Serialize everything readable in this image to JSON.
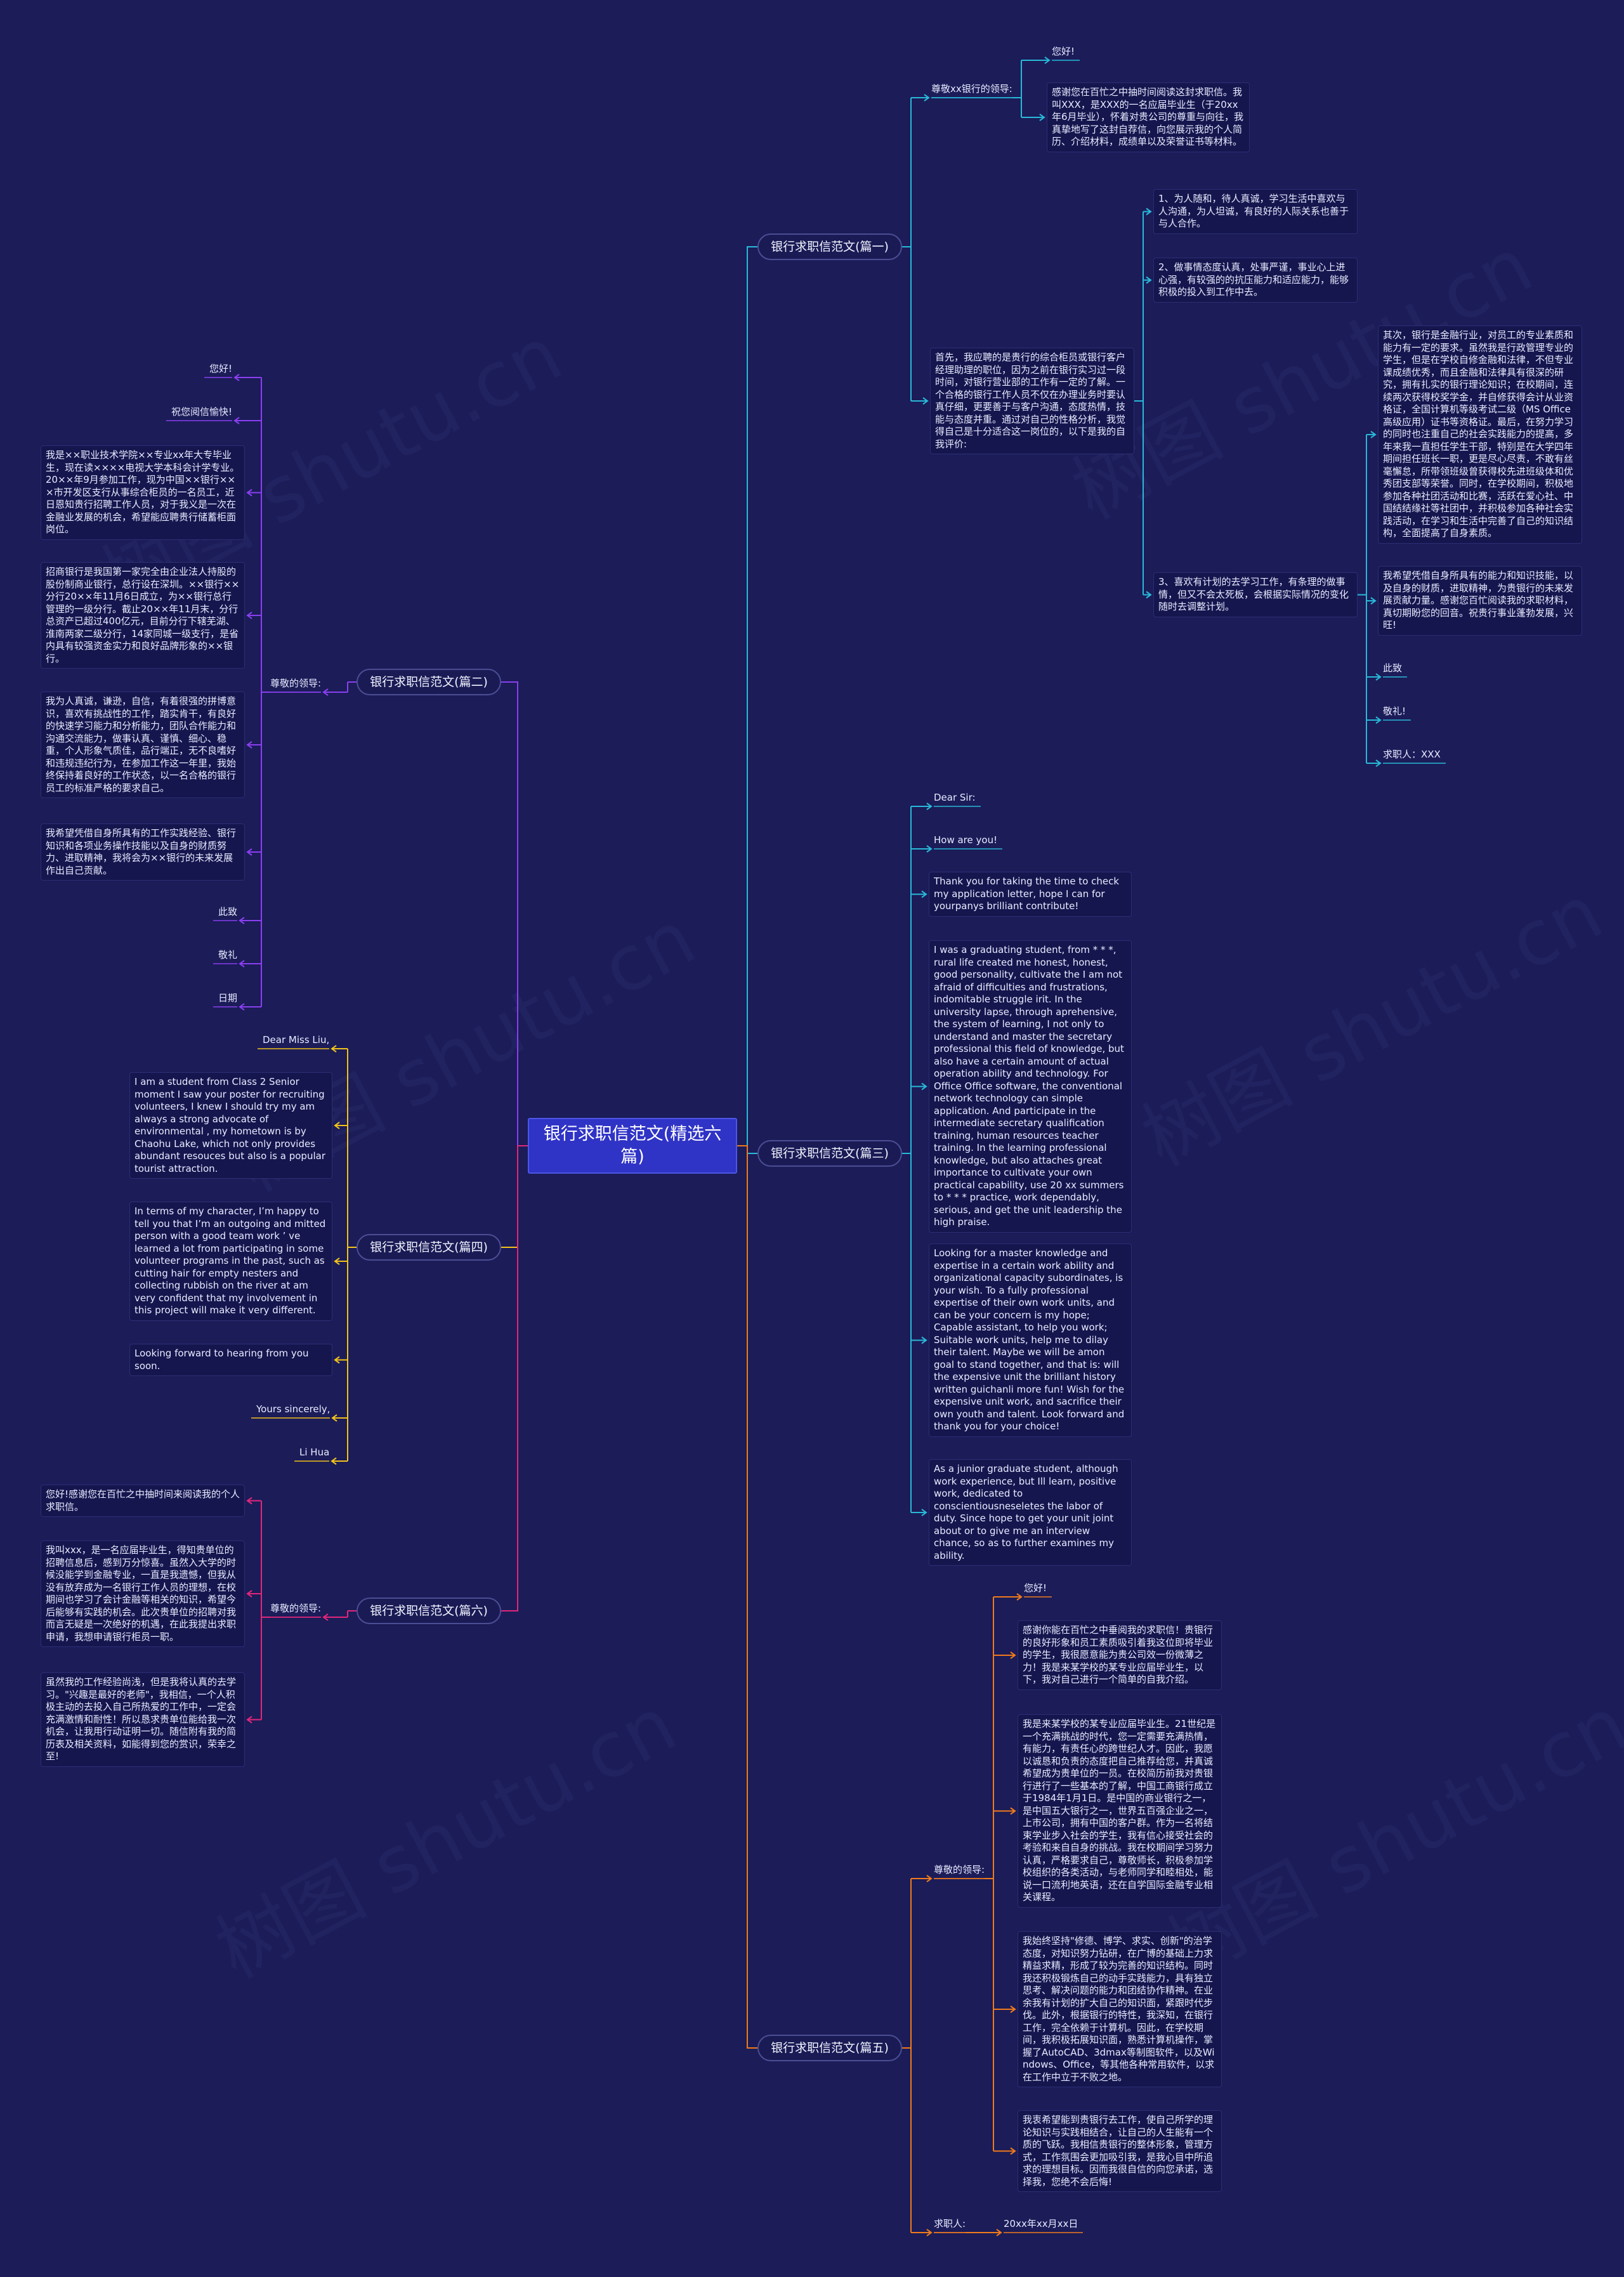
{
  "colors": {
    "background": "#1b1c58",
    "root": "#2f33c6",
    "branch1": "#29b9d8",
    "branch2": "#8a3ff0",
    "branch3": "#29b9d8",
    "branch4": "#f2c21b",
    "branch5": "#f07a1c",
    "branch6": "#e3267a"
  },
  "root": {
    "text": "银行求职信范文(精选六篇)"
  },
  "watermark": "树图 shutu.cn",
  "branches": {
    "b1": {
      "label": "银行求职信范文(篇一)"
    },
    "b2": {
      "label": "银行求职信范文(篇二)"
    },
    "b3": {
      "label": "银行求职信范文(篇三)"
    },
    "b4": {
      "label": "银行求职信范文(篇四)"
    },
    "b5": {
      "label": "银行求职信范文(篇五)"
    },
    "b6": {
      "label": "银行求职信范文(篇六)"
    }
  },
  "b1": {
    "salutation": "尊敬xx银行的领导:",
    "hello": "您好!",
    "intro": "感谢您在百忙之中抽时间阅读这封求职信。我叫XXX，是XXX的一名应届毕业生（于20xx年6月毕业），怀着对贵公司的尊重与向往，我真挚地写了这封自荐信，向您展示我的个人简历、介绍材料，成绩单以及荣誉证书等材料。",
    "eval": "首先，我应聘的是贵行的综合柜员或银行客户经理助理的职位，因为之前在银行实习过一段时间，对银行营业部的工作有一定的了解。一个合格的银行工作人员不仅在办理业务时要认真仔细，更要善于与客户沟通，态度热情，技能与态度并重。通过对自己的性格分析，我觉得自己是十分适合这一岗位的，以下是我的自我评价:",
    "p1": "1、为人随和，待人真诚，学习生活中喜欢与人沟通，为人坦诚，有良好的人际关系也善于与人合作。",
    "p2": "2、做事情态度认真，处事严谨，事业心上进心强，有较强的的抗压能力和适应能力，能够积极的投入到工作中去。",
    "p3": "3、喜欢有计划的去学习工作，有条理的做事情，但又不会太死板，会根据实际情况的变化随时去调整计划。",
    "detail": "其次，银行是金融行业，对员工的专业素质和能力有一定的要求。虽然我是行政管理专业的学生，但是在学校自修金融和法律，不但专业课成绩优秀，而且金融和法律具有很深的研究，拥有扎实的银行理论知识；在校期间，连续两次获得校奖学金，并自修获得会计从业资格证，全国计算机等级考试二级（MS Office高级应用）证书等资格证。最后，在努力学习的同时也注重自己的社会实践能力的提高，多年来我一直担任学生干部，特别是在大学四年期间担任班长一职，更是尽心尽责，不敢有丝毫懈怠，所带领班级曾获得校先进班级体和优秀团支部等荣誉。同时，在学校期间，积极地参加各种社团活动和比赛，活跃在爱心社、中国结结缘社等社团中，并积极参加各种社会实践活动，在学习和生活中完善了自己的知识结构，全面提高了自身素质。",
    "hope": "我希望凭借自身所具有的能力和知识技能，以及自身的财质，进取精神，为贵银行的未来发展贡献力量。感谢您百忙阅读我的求职材料，真切期盼您的回音。祝贵行事业蓬勃发展，兴旺!",
    "ci": "此致",
    "jingli": "敬礼!",
    "sign": "求职人：XXX"
  },
  "b2": {
    "salutation": "尊敬的领导:",
    "hello": "您好!",
    "wish": "祝您阅信愉快!",
    "p1": "我是××职业技术学院××专业xx年大专毕业生，现在读××××电视大学本科会计学专业。20××年9月参加工作，现为中国××银行×××市开发区支行从事综合柜员的一名员工，近日恩知贵行招聘工作人员，对于我义是一次在金融业发展的机会，希望能应聘贵行储蓄柜面岗位。",
    "p2": "招商银行是我国第一家完全由企业法人持股的股份制商业银行，总行设在深圳。××银行××分行20××年11月6日成立，为××银行总行管理的一级分行。截止20××年11月末，分行总资产已超过400亿元，目前分行下辖芜湖、淮南两家二级分行，14家同城一级支行，是省内具有较强资金实力和良好品牌形象的××银行。",
    "p3": "我为人真诚，谦逊，自信，有着很强的拼博意识，喜欢有挑战性的工作，踏实肯干，有良好的快速学习能力和分析能力，团队合作能力和沟通交流能力，做事认真、谨慎、细心、稳重，个人形象气质佳，品行端正，无不良嗜好和违规违纪行为，在参加工作这一年里，我始终保持着良好的工作状态，以一名合格的银行员工的标准严格的要求自己。",
    "p4": "我希望凭借自身所具有的工作实践经验、银行知识和各项业务操作技能以及自身的财质努力、进取精神，我将会为××银行的未来发展作出自己贡献。",
    "ci": "此致",
    "jingli": "敬礼",
    "date": "日期"
  },
  "b3": {
    "dear": "Dear Sir:",
    "how": "How are you!",
    "thanks": "Thank you for taking the time to check my application letter, hope I can for yourpanys brilliant contribute!",
    "p1": "I was a graduating student, from * * *, rural life created me honest, honest, good personality, cultivate the I am not afraid of difficulties and frustrations, indomitable struggle irit. In the university lapse, through aprehensive, the system of learning, I not only to understand and master the secretary professional this field of knowledge, but also have a certain amount of actual operation ability and technology. For Office Office software, the conventional network technology can simple application. And participate in the intermediate secretary qualification training, human resources teacher training. In the learning professional knowledge, but also attaches great importance to cultivate your own practical capability, use 20 xx summers to * * * practice, work dependably, serious, and get the unit leadership the high praise.",
    "p2": "Looking for a master knowledge and expertise in a certain work ability and organizational capacity subordinates, is your wish. To a fully professional expertise of their own work units, and can be your concern is my hope; Capable assistant, to help you work; Suitable work units, help me to dilay their talent. Maybe we will be amon goal to stand together, and that is: will the expensive unit the brilliant history written guichanli more fun! Wish for the expensive unit work, and sacrifice their own youth and talent. Look forward and thank you for your choice!",
    "p3": "As a junior graduate student, although work experience, but Ill learn, positive work, dedicated to conscientiousneseletes the labor of duty. Since hope to get your unit joint about or to give me an interview chance, so as to further examines my ability."
  },
  "b4": {
    "dear": "Dear Miss Liu,",
    "p1": "I am a student from Class 2 Senior moment I saw your poster for recruiting volunteers, I knew I should try my  am always a strong advocate of environmental , my hometown is by Chaohu Lake, which not only provides abundant resouces but also is a popular tourist attraction.",
    "p2": "In terms of my character, I’m happy to tell you that I’m an outgoing and mitted person with a good team work ’ ve learned a lot from participating in some volunteer programs in the past, such as cutting hair for empty nesters and collecting rubbish on the river at  am very confident that my involvement in this project will make it very different.",
    "forward": "Looking forward to hearing from you soon.",
    "yours": "Yours sincerely,",
    "name": "Li Hua"
  },
  "b5": {
    "salutation": "尊敬的领导:",
    "hello": "您好!",
    "p1": "感谢你能在百忙之中垂阅我的求职信！贵银行的良好形象和员工素质吸引着我这位即将毕业的学生，我很愿意能为贵公司效一份微薄之力！我是来某学校的某专业应届毕业生，以下，我对自己进行一个简单的自我介绍。",
    "p2": "我是来某学校的某专业应届毕业生。21世纪是一个充满挑战的时代，您一定需要充满热情，有能力，有责任心的跨世纪人才。因此，我愿以诚恳和负责的态度把自己推荐给您，并真诚希望成为贵单位的一员。在校简历前我对贵银行进行了一些基本的了解，中国工商银行成立于1984年1月1日。是中国的商业银行之一，是中国五大银行之一，世界五百强企业之一，上市公司，拥有中国的客户群。作为一名将结束学业步入社会的学生，我有信心接受社会的考验和来自自身的挑战。我在校期间学习努力认真，严格要求自己，尊敬师长，积极参加学校组织的各类活动，与老师同学和睦相处，能说一口流利地英语，还在自学国际金融专业相关课程。",
    "p3": "我始终坚持\"修德、博学、求实、创新\"的治学态度，对知识努力钻研，在广博的基础上力求精益求精，形成了较为完善的知识结构。同时我还积极锻炼自己的动手实践能力，具有独立思考、解决问题的能力和团结协作精神。在业余我有计划的扩大自己的知识面，紧跟时代步伐。此外，根据银行的特性，我深知，在银行工作，完全依赖于计算机。因此，在学校期间，我积极拓展知识面，熟悉计算机操作，掌握了AutoCAD、3dmax等制图软件，以及Windows、Office，等其他各种常用软件，以求在工作中立于不败之地。",
    "p4": "我衷希望能到贵银行去工作，使自己所学的理论知识与实践相结合，让自己的人生能有一个质的飞跃。我相信贵银行的整体形象，管理方式，工作氛围会更加吸引我，是我心目中所追求的理想目标。因而我很自信的向您承诺，选择我，您绝不会后悔!",
    "applicant": "求职人:",
    "date": "20xx年xx月xx日"
  },
  "b6": {
    "salutation": "尊敬的领导:",
    "p1": "您好!感谢您在百忙之中抽时间来阅读我的个人求职信。",
    "p2": "我叫xxx，是一名应届毕业生，得知贵单位的招聘信息后，感到万分惊喜。虽然入大学的时候没能学到金融专业，一直是我遗憾，但我从没有放弃成为一名银行工作人员的理想，在校期间也学习了会计金融等相关的知识，希望今后能够有实践的机会。此次贵单位的招聘对我而言无疑是一次绝好的机遇，在此我提出求职申请，我想申请银行柜员一职。",
    "p3": "虽然我的工作经验尚浅，但是我将认真的去学习。\"兴趣是最好的老师\"，我相信，一个人积极主动的去投入自己所热爱的工作中，一定会充满激情和耐性！所以恳求贵单位能给我一次机会，让我用行动证明一切。随信附有我的简历表及相关资料，如能得到您的赏识，荣幸之至!"
  }
}
